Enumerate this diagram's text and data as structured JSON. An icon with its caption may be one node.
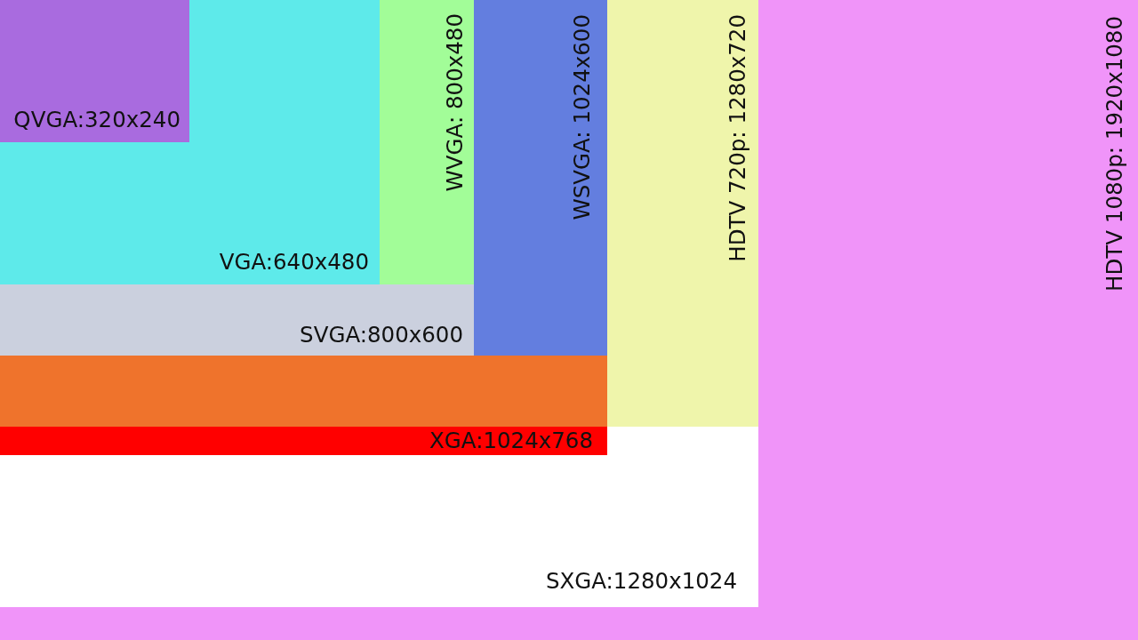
{
  "diagram": {
    "nodes": [
      {
        "text": [
          "HDTV 1080p: 1920x1080"
        ]
      },
      {
        "text": [
          "SXGA:1280x1024"
        ],
        "in": 0
      },
      {
        "text": [
          "HDTV 720p: 1280x720"
        ],
        "in": 1
      },
      {
        "text": [
          "XGA:1024x768"
        ],
        "in": 1
      },
      {
        "text": [
          "WSVGA: 1024x600"
        ],
        "in": 3
      },
      {
        "text": [
          "SVGA:800x600"
        ],
        "in": 4
      },
      {
        "text": [
          "WVGA: 800x480"
        ],
        "in": 5
      },
      {
        "text": [
          "VGA:640x480"
        ],
        "in": 6
      },
      {
        "text": [
          "QVGA:320x240"
        ],
        "in": 7
      }
    ]
  }
}
